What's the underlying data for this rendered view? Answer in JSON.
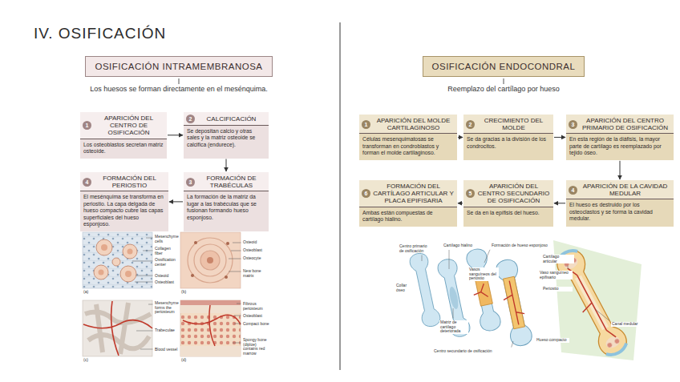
{
  "diagram": {
    "title": "IV. OSIFICACIÓN",
    "nodes": [
      {
        "text": [
          "OSIFICACIÓN INTRAMEMBRANOSA"
        ]
      },
      {
        "text": [
          "1",
          "APARICIÓN DEL CENTRO DE OSIFICACIÓN",
          "Los osteoblastos secretan matriz osteoide."
        ]
      },
      {
        "text": [
          "2",
          "CALCIFICACIÓN",
          "Se depositan calcio y otras sales y la matriz osteoide se calcifica (endurece)."
        ]
      },
      {
        "text": [
          "3",
          "FORMACIÓN DE TRABÉCULAS",
          "La formación de la matriz da lugar a las trabéculas que se fusionan formando hueso esponjoso."
        ]
      },
      {
        "text": [
          "4",
          "FORMACIÓN DEL PERIOSTIO",
          "El mesénquima se transforma en periostio. La capa delgada de hueso compacto cubre las capas superficiales del hueso esponjoso."
        ]
      },
      {
        "text": [
          "OSIFICACIÓN ENDOCONDRAL"
        ]
      },
      {
        "text": [
          "1",
          "APARICIÓN DEL MOLDE CARTILAGINOSO",
          "Células mesenquimatosas se transforman en condroblastos y forman el molde cartilaginoso."
        ]
      },
      {
        "text": [
          "2",
          "CRECIMIENTO DEL MOLDE",
          "Se da gracias a la división de los condrocitos."
        ]
      },
      {
        "text": [
          "3",
          "APARICIÓN DEL CENTRO PRIMARIO DE OSIFICACIÓN",
          "En esta región de la diáfisis, la mayor parte de cartílago es reemplazado por tejido óseo."
        ]
      },
      {
        "text": [
          "4",
          "APARICIÓN DE LA CAVIDAD MEDULAR",
          "El hueso es destruido por los osteoclastos y se forma la cavidad medular."
        ]
      },
      {
        "text": [
          "5",
          "APARICIÓN DEL CENTRO SECUNDARIO DE OSIFICACIÓN",
          "Se da en la epífisis del hueso."
        ]
      },
      {
        "text": [
          "6",
          "FORMACIÓN DEL CARTÍLAGO ARTICULAR Y PLACA EPIFISARIA",
          "Ambas están compuestas de cartílago hialino."
        ]
      }
    ],
    "edges": [
      {
        "from": 1,
        "to": 2,
        "arrow": "to"
      },
      {
        "from": 2,
        "to": 3,
        "arrow": "to"
      },
      {
        "from": 3,
        "to": 4,
        "arrow": "to"
      },
      {
        "from": 6,
        "to": 7,
        "arrow": "to"
      },
      {
        "from": 7,
        "to": 8,
        "arrow": "to"
      },
      {
        "from": 8,
        "to": 9,
        "arrow": "to"
      },
      {
        "from": 9,
        "to": 10,
        "arrow": "to"
      },
      {
        "from": 10,
        "to": 11,
        "arrow": "to"
      }
    ],
    "labels": [
      "Los huesos se forman directamente en el mesénquima.",
      "Reemplazo del cartílago por hueso",
      "Mesenchyme cells",
      "Collagen fiber",
      "Ossification center",
      "Osteoid",
      "Osteoblast",
      "Osteoid",
      "Osteoblast",
      "Osteocyte",
      "New bone matrix",
      "Mesenchyme forms the periosteum",
      "Trabeculae",
      "Blood vessel",
      "Fibrous periosteum",
      "Osteoblast",
      "Compact bone",
      "Spongy bone (diploe) contains red marrow",
      "(a)",
      "(b)",
      "(c)",
      "(d)",
      "Centro primario de osificación",
      "Cartílago hialino",
      "Formación de hueso esponjoso",
      "Collar óseo",
      "Vasos sanguíneos del periostio",
      "Matriz de cartílago deteriorada",
      "Cartílago articular",
      "Vaso sanguíneo epifisario",
      "Periostio",
      "Hueso compacto",
      "Canal medular",
      "Centro secundario de osificación"
    ]
  }
}
